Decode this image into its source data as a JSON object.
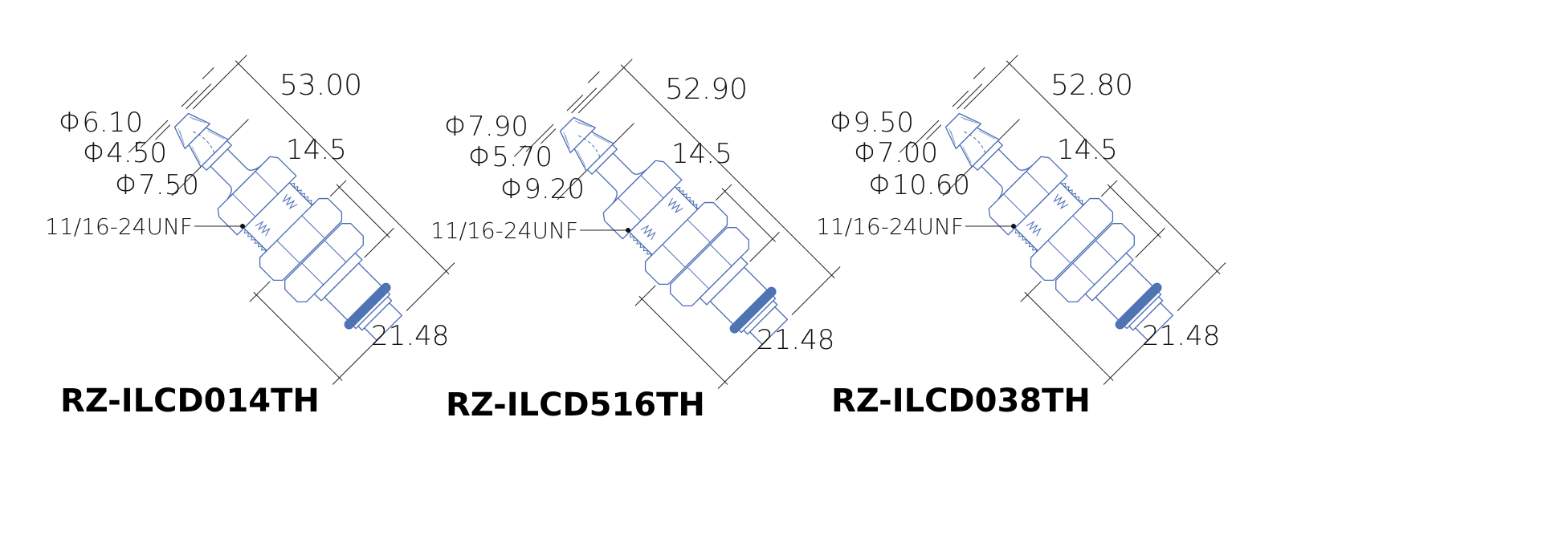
{
  "colors": {
    "part_outline": "#4a6db5",
    "oring": "#4f74b3",
    "dimension": "#222222"
  },
  "products": [
    {
      "model": "RZ-ILCD014TH",
      "length": "53.00",
      "dia_outer": "Φ6.10",
      "dia_inner": "Φ4.50",
      "dia_stem": "Φ7.50",
      "nut_length": "14.5",
      "thread": "11/16-24UNF",
      "end_length": "21.48"
    },
    {
      "model": "RZ-ILCD516TH",
      "length": "52.90",
      "dia_outer": "Φ7.90",
      "dia_inner": "Φ5.70",
      "dia_stem": "Φ9.20",
      "nut_length": "14.5",
      "thread": "11/16-24UNF",
      "end_length": "21.48"
    },
    {
      "model": "RZ-ILCD038TH",
      "length": "52.80",
      "dia_outer": "Φ9.50",
      "dia_inner": "Φ7.00",
      "dia_stem": "Φ10.60",
      "nut_length": "14.5",
      "thread": "11/16-24UNF",
      "end_length": "21.48"
    }
  ]
}
